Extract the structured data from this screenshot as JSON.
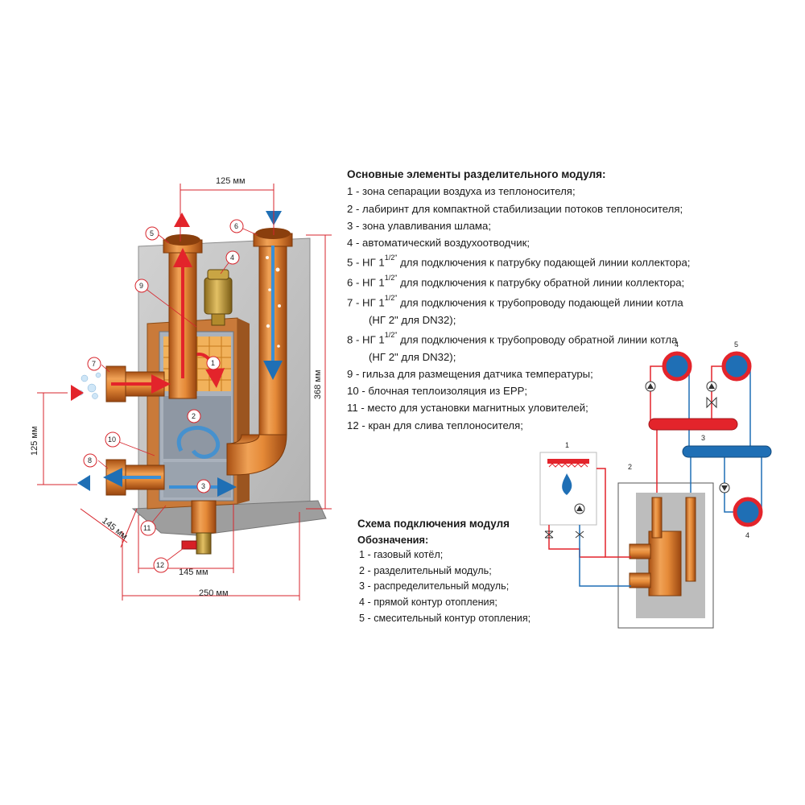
{
  "legend": {
    "title": "Основные элементы разделительного модуля:",
    "items": [
      {
        "text": "1 - зона сепарации воздуха из теплоносителя;"
      },
      {
        "text": "2 - лабиринт для компактной стабилизации потоков теплоносителя;"
      },
      {
        "text": "3 - зона улавливания шлама;"
      },
      {
        "text": "4 - автоматический воздухоотводчик;"
      },
      {
        "pre": "5 - НГ 1",
        "sup": "1/2\"",
        "post": " для подключения к патрубку подающей линии коллектора;"
      },
      {
        "pre": "6 - НГ 1",
        "sup": "1/2\"",
        "post": " для подключения к патрубку обратной линии коллектора;"
      },
      {
        "pre": "7 - НГ 1",
        "sup": "1/2\"",
        "post": " для подключения к трубопроводу подающей линии котла"
      },
      {
        "text": "(НГ 2\" для DN32);",
        "indent": true
      },
      {
        "pre": "8 - НГ 1",
        "sup": "1/2\"",
        "post": " для подключения к трубопроводу обратной линии котла"
      },
      {
        "text": "(НГ 2\" для DN32);",
        "indent": true
      },
      {
        "text": "9 - гильза для размещения датчика температуры;"
      },
      {
        "text": "10 - блочная теплоизоляция из EPP;"
      },
      {
        "text": "11 - место для установки магнитных уловителей;"
      },
      {
        "text": "12 - кран для слива теплоносителя;"
      }
    ]
  },
  "scheme": {
    "title": "Схема подключения модуля",
    "subtitle": "Обозначения:",
    "items": [
      "1 - газовый котёл;",
      "2 - разделительный модуль;",
      "3 - распределительный модуль;",
      "4 - прямой контур отопления;",
      "5 - смесительный контур отопления;"
    ]
  },
  "dimensions": {
    "top_width": "125 мм",
    "height": "368 мм",
    "side_spacing": "125 мм",
    "depth": "145 мм",
    "bottom_inner": "145 мм",
    "bottom_total": "250 мм"
  },
  "callouts": [
    "1",
    "2",
    "3",
    "4",
    "5",
    "6",
    "7",
    "8",
    "9",
    "10",
    "11",
    "12"
  ],
  "schematic_labels": {
    "boiler": "1",
    "separator": "2",
    "distributor": "3",
    "direct_circuit_top": "4",
    "mixing_circuit": "5",
    "direct_circuit_bottom": "4"
  },
  "colors": {
    "supply": "#e3242b",
    "return": "#1f6fb5",
    "copper": "#d9782a",
    "panel": "#c9c9c9"
  }
}
